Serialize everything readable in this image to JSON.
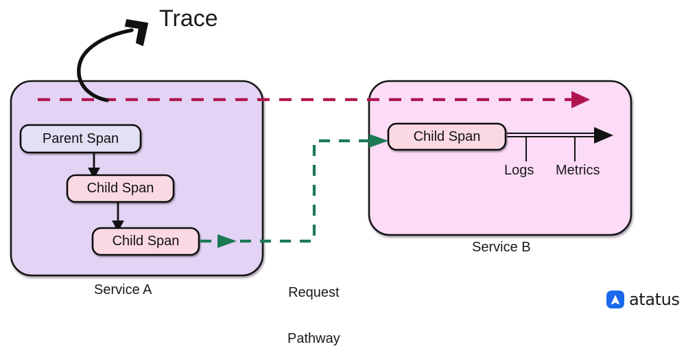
{
  "diagram": {
    "title_annotation": "Trace",
    "services": [
      {
        "id": "service-a",
        "label": "Service A",
        "fill": "#e3d3f4",
        "spans": [
          {
            "label": "Parent Span",
            "fill": "#e2e0f4",
            "kind": "parent"
          },
          {
            "label": "Child Span",
            "fill": "#fbd9e3",
            "kind": "child"
          },
          {
            "label": "Child Span",
            "fill": "#fbd9e3",
            "kind": "child"
          }
        ]
      },
      {
        "id": "service-b",
        "label": "Service B",
        "fill": "#fbdbf6",
        "spans": [
          {
            "label": "Child Span",
            "fill": "#fbd9e3",
            "kind": "child"
          }
        ],
        "signals": [
          {
            "label": "Logs"
          },
          {
            "label": "Metrics"
          }
        ]
      }
    ],
    "flows": [
      {
        "id": "trace-flow",
        "label": "Trace",
        "color": "#b0154f",
        "style": "dashed"
      },
      {
        "id": "request-pathway",
        "label": "Request\nPathway",
        "color": "#1b7a55",
        "style": "dashed"
      }
    ],
    "request_pathway_label_line1": "Request",
    "request_pathway_label_line2": "Pathway"
  },
  "brand": {
    "name": "atatus",
    "mark_color": "#1b69ec",
    "mark_glyph_color": "#ffffff",
    "mark_icon": "atatus-triangle-icon"
  },
  "colors": {
    "trace_line": "#b0154f",
    "request_line": "#1b7a55",
    "span_stroke": "#111111",
    "service_a_fill": "#e3d3f4",
    "service_b_fill": "#fbdbf6",
    "parent_span_fill": "#e2e0f4",
    "child_span_fill": "#fbd9e3",
    "text": "#1a1a1a"
  }
}
